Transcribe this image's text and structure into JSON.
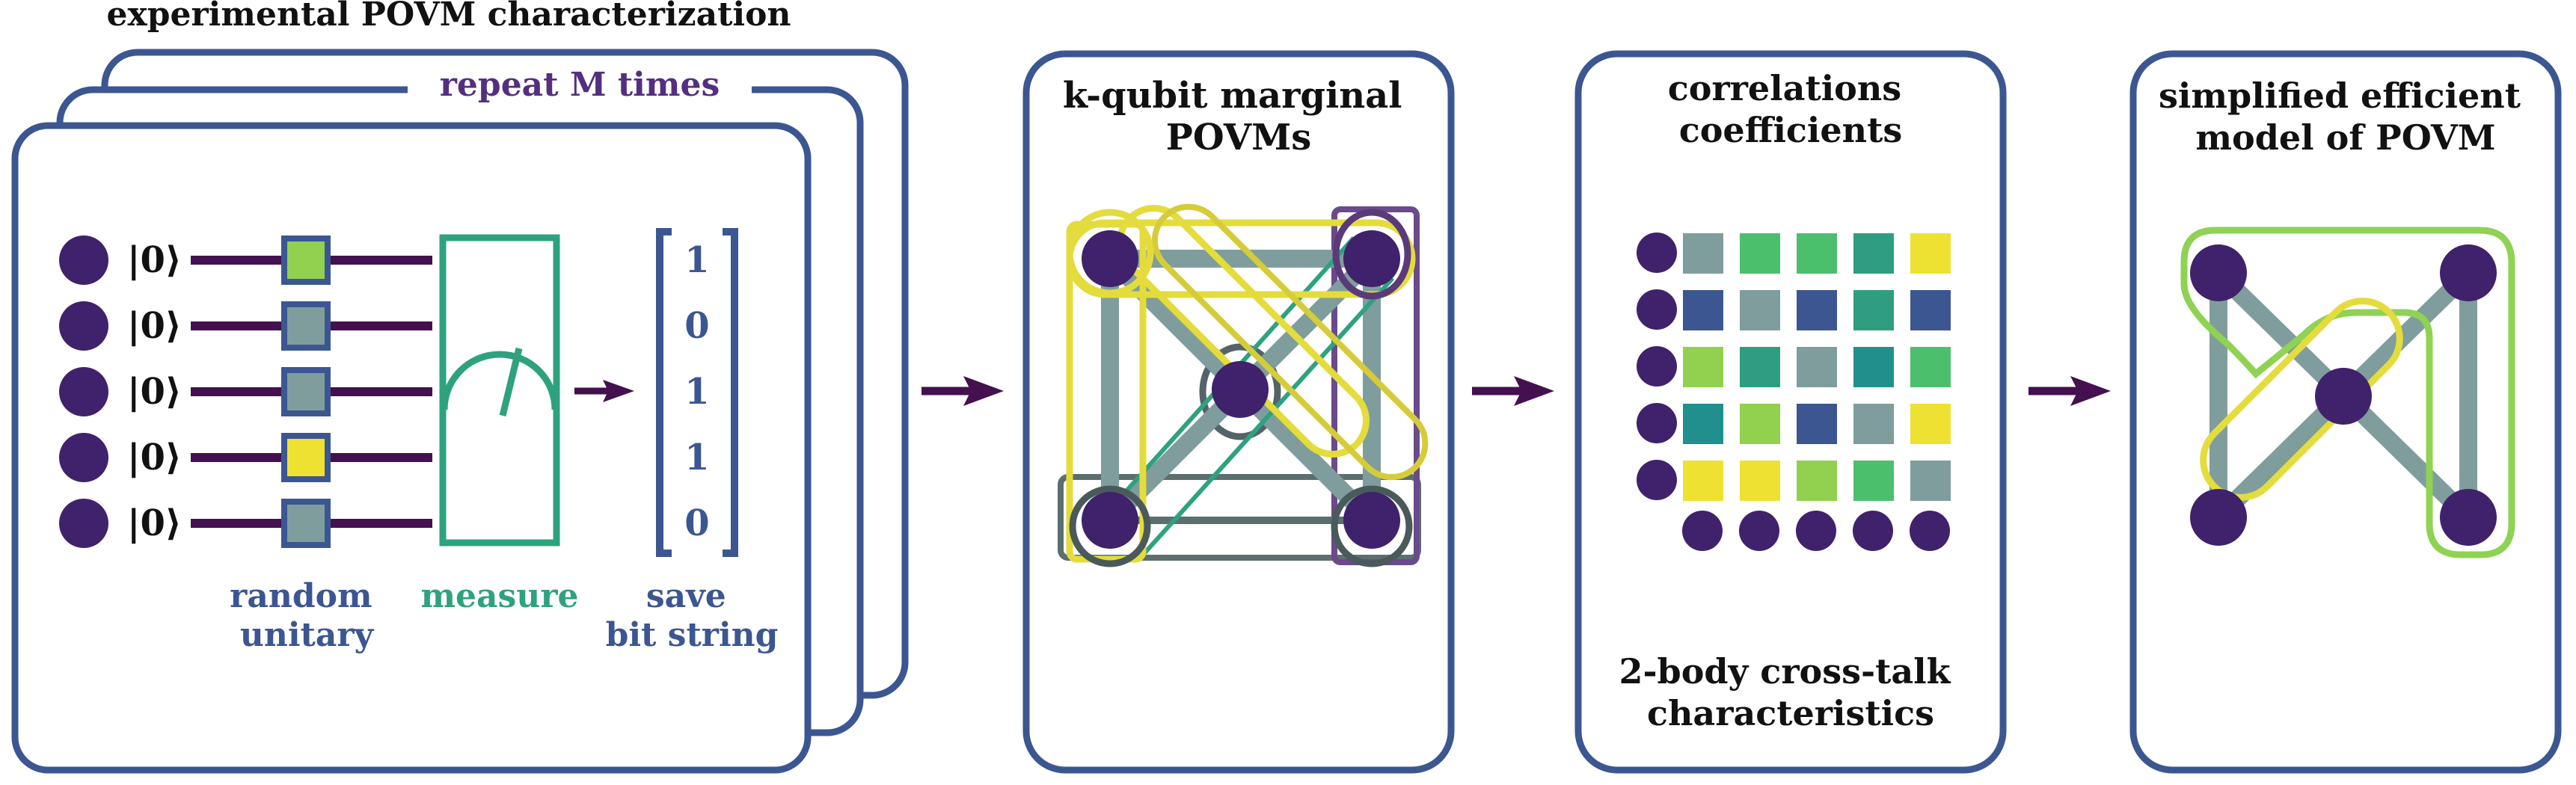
{
  "header": {
    "title": "experimental POVM characterization",
    "repeat_label": "repeat M times"
  },
  "experiment": {
    "ket_label": "|0⟩",
    "gate_colors": [
      "#91d14f",
      "#7f9d9d",
      "#7f9d9d",
      "#efe131",
      "#7f9d9d"
    ],
    "bits": [
      "1",
      "0",
      "1",
      "1",
      "0"
    ],
    "labels": {
      "random_line1": "random",
      "random_line2": "unitary",
      "measure": "measure",
      "save_line1": "save",
      "save_line2": "bit string"
    }
  },
  "panels": {
    "marginals": {
      "title_line1": "k-qubit marginal",
      "title_line2": "POVMs"
    },
    "correlations": {
      "title_line1": "correlations",
      "title_line2": "coefficients",
      "caption_line1": "2-body cross-talk",
      "caption_line2": "characteristics",
      "grid_colors": [
        [
          "#7f9d9d",
          "#4cbf6d",
          "#4cbf6d",
          "#2f9e80",
          "#efe131"
        ],
        [
          "#3c5692",
          "#7f9d9d",
          "#3c5692",
          "#2f9e80",
          "#3c5692"
        ],
        [
          "#91d14f",
          "#2f9e80",
          "#7f9d9d",
          "#21908c",
          "#4cbf6d"
        ],
        [
          "#21908c",
          "#91d14f",
          "#3c5692",
          "#7f9d9d",
          "#efe131"
        ],
        [
          "#efe131",
          "#efe131",
          "#91d14f",
          "#4cbf6d",
          "#7f9d9d"
        ]
      ]
    },
    "efficient": {
      "title_line1": "simplified efficient",
      "title_line2": "model of POVM"
    }
  },
  "colors": {
    "frame": "#3c5692",
    "qubit": "#40216b",
    "wire": "#44104f",
    "measure": "#2ea27f",
    "edge": "#7f9d9d",
    "yellow": "#e4dc3c",
    "green": "#8fd254",
    "label_blue": "#3c5692",
    "purple_text": "#542f80"
  }
}
